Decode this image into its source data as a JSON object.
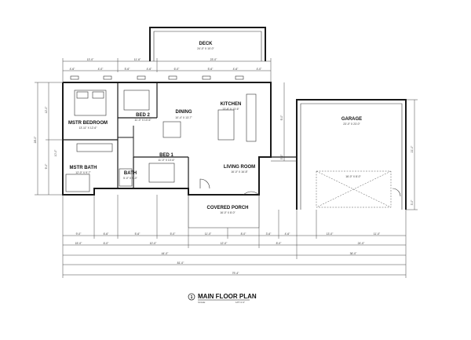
{
  "rooms": {
    "deck": {
      "name": "DECK",
      "size": "24'-0\" X 10'-0\""
    },
    "kitchen": {
      "name": "KITCHEN",
      "size": "13'-6\" X 13'-6\""
    },
    "dining": {
      "name": "DINING",
      "size": "10'-4\" X 13'-7\""
    },
    "mstr_bed": {
      "name": "MSTR BEDROOM",
      "size": "13'-11\" X 12'-6\""
    },
    "bed2": {
      "name": "BED 2",
      "size": "11'-0\" X 10'-6\""
    },
    "bed1": {
      "name": "BED 1",
      "size": "11'-0\" X 10'-6\""
    },
    "mstr_bath": {
      "name": "MSTR BATH",
      "size": "12'-0\" X 9'-7\""
    },
    "bath": {
      "name": "BATH",
      "size": "5'-0\" X 9'-0\""
    },
    "living": {
      "name": "LIVING ROOM",
      "size": "16'-0\" X 16'-8\""
    },
    "porch": {
      "name": "COVERED PORCH",
      "size": "16'-0\" X 8'-0\""
    },
    "garage": {
      "name": "GARAGE",
      "size": "23'-0\" X 23'-0\""
    },
    "garage_door": {
      "size": "16'-0\" X 8'-0\""
    }
  },
  "dims": {
    "top1": [
      "13'-0\"",
      "11'-6\"",
      "23'-0\""
    ],
    "top2": [
      "4'-6\"",
      "4'-0\"",
      "5'-6\"",
      "4'-6\"",
      "6'-0\"",
      "5'-6\"",
      "4'-6\"",
      "4'-0\""
    ],
    "left": [
      "12'-0\"",
      "9'-0\"",
      "10'-0\"",
      "28'-0\""
    ],
    "mid_right": [
      "9'-0\"",
      "3'-0\""
    ],
    "garage_side": [
      "21'-0\"",
      "3'-0\""
    ],
    "bottom1": [
      "9'-0\"",
      "6'-6\"",
      "5'-6\"",
      "5'-0\"",
      "11'-0\"",
      "8'-0\"",
      "3'-6\"",
      "4'-6\"",
      "13'-0\"",
      "11'-0\""
    ],
    "bottom2": [
      "15'-0\"",
      "6'-0\"",
      "10'-0\"",
      "12'-0\"",
      "8'-0\"",
      "24'-0\""
    ],
    "bottom3": [
      "44'-0\"",
      "36'-0\""
    ],
    "bottom4": [
      "81'-0\""
    ],
    "bottom5": [
      "79'-4\""
    ]
  },
  "title": {
    "number": "1",
    "text": "MAIN FLOOR PLAN",
    "scale_left": "SCALE:",
    "scale_right": "1/8\"=1'-0\""
  }
}
